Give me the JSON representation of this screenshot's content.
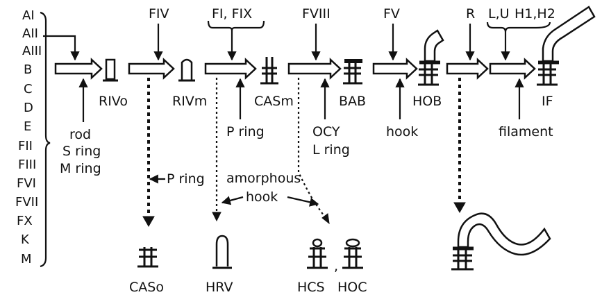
{
  "genes": [
    "AI",
    "AII",
    "AIII",
    "B",
    "C",
    "D",
    "E",
    "FII",
    "FIII",
    "FVI",
    "FVII",
    "FX",
    "K",
    "M"
  ],
  "top_genes": {
    "fiv": "FIV",
    "fi_fix": "FI, FIX",
    "fviii": "FVIII",
    "fv": "FV",
    "r": "R",
    "l_u": "L,U",
    "h1_h2": "H1,H2"
  },
  "intermediates": {
    "rivo": "RIVo",
    "rivm": "RIVm",
    "casm": "CASm",
    "bab": "BAB",
    "hob": "HOB",
    "if": "IF"
  },
  "inputs": {
    "rod": "rod",
    "s_ring": "S ring",
    "m_ring": "M ring",
    "p_ring": "P ring",
    "ocy": "OCY",
    "l_ring": "L ring",
    "hook": "hook",
    "filament": "filament"
  },
  "dead_ends": {
    "p_ring_side": "P ring",
    "amorphous": "amorphous",
    "hook_side": "hook",
    "caso": "CASo",
    "hrv": "HRV",
    "hcs": "HCS",
    "comma": ",",
    "hoc": "HOC"
  }
}
